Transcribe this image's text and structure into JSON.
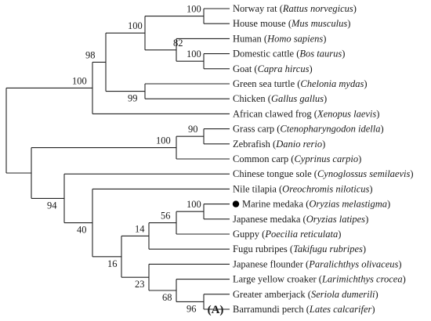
{
  "figure": {
    "panel_label": "(A)",
    "marker_color": "#000000",
    "marker_shape": "filled-circle"
  },
  "tree": {
    "leaves": [
      {
        "common": "Norway rat",
        "latin": "Rattus norvegicus",
        "marked": false
      },
      {
        "common": "House mouse",
        "latin": "Mus musculus",
        "marked": false
      },
      {
        "common": "Human",
        "latin": "Homo sapiens",
        "marked": false
      },
      {
        "common": "Domestic cattle",
        "latin": "Bos taurus",
        "marked": false
      },
      {
        "common": "Goat",
        "latin": "Capra hircus",
        "marked": false
      },
      {
        "common": "Green sea turtle",
        "latin": "Chelonia mydas",
        "marked": false
      },
      {
        "common": "Chicken",
        "latin": "Gallus gallus",
        "marked": false
      },
      {
        "common": "African clawed frog",
        "latin": "Xenopus laevis",
        "marked": false
      },
      {
        "common": "Grass carp",
        "latin": "Ctenopharyngodon idella",
        "marked": false
      },
      {
        "common": "Zebrafish",
        "latin": "Danio rerio",
        "marked": false
      },
      {
        "common": "Common carp",
        "latin": "Cyprinus carpio",
        "marked": false
      },
      {
        "common": "Chinese tongue sole",
        "latin": "Cynoglossus semilaevis",
        "marked": false
      },
      {
        "common": "Nile tilapia",
        "latin": "Oreochromis niloticus",
        "marked": false
      },
      {
        "common": "Marine medaka",
        "latin": "Oryzias melastigma",
        "marked": true
      },
      {
        "common": "Japanese medaka",
        "latin": "Oryzias latipes",
        "marked": false
      },
      {
        "common": "Guppy",
        "latin": "Poecilia reticulata",
        "marked": false
      },
      {
        "common": "Fugu rubripes",
        "latin": "Takifugu rubripes",
        "marked": false
      },
      {
        "common": "Japanese flounder",
        "latin": "Paralichthys olivaceus",
        "marked": false
      },
      {
        "common": "Large yellow croaker",
        "latin": "Larimichthys crocea",
        "marked": false
      },
      {
        "common": "Greater amberjack",
        "latin": "Seriola dumerili",
        "marked": false
      },
      {
        "common": "Barramundi perch",
        "latin": "Lates calcarifer",
        "marked": false
      }
    ],
    "clades": [
      {
        "id": "n_rodent",
        "children": [
          0,
          1
        ],
        "support": "100"
      },
      {
        "id": "n_bovid",
        "children": [
          3,
          4
        ],
        "support": "100"
      },
      {
        "id": "n_human_bovid",
        "children": [
          2,
          "n_bovid"
        ],
        "support": "82"
      },
      {
        "id": "n_mammal",
        "children": [
          "n_rodent",
          "n_human_bovid"
        ],
        "support": "100"
      },
      {
        "id": "n_sauropsid",
        "children": [
          5,
          6
        ],
        "support": "99"
      },
      {
        "id": "n_amniote",
        "children": [
          "n_mammal",
          "n_sauropsid"
        ],
        "support": "98"
      },
      {
        "id": "n_tetrapod",
        "children": [
          "n_amniote",
          7
        ],
        "support": "100"
      },
      {
        "id": "n_carp",
        "children": [
          8,
          9
        ],
        "support": "90"
      },
      {
        "id": "n_cyprinid",
        "children": [
          "n_carp",
          10
        ],
        "support": "100"
      },
      {
        "id": "n_medaka",
        "children": [
          13,
          14
        ],
        "support": "100"
      },
      {
        "id": "n_medaka_guppy",
        "children": [
          "n_medaka",
          15
        ],
        "support": "56"
      },
      {
        "id": "n_mg_fugu",
        "children": [
          "n_medaka_guppy",
          16
        ],
        "support": "14"
      },
      {
        "id": "n_amber_barra",
        "children": [
          19,
          20
        ],
        "support": "96"
      },
      {
        "id": "n_croaker",
        "children": [
          18,
          "n_amber_barra"
        ],
        "support": "68"
      },
      {
        "id": "n_flounder",
        "children": [
          17,
          "n_croaker"
        ],
        "support": "23"
      },
      {
        "id": "n_percomorph",
        "children": [
          "n_mg_fugu",
          "n_flounder"
        ],
        "support": "16"
      },
      {
        "id": "n_tilapia",
        "children": [
          12,
          "n_percomorph"
        ],
        "support": "40"
      },
      {
        "id": "n_sole",
        "children": [
          11,
          "n_tilapia"
        ],
        "support": "94"
      },
      {
        "id": "n_fish",
        "children": [
          "n_cyprinid",
          "n_sole"
        ],
        "support": ""
      },
      {
        "id": "n_root",
        "children": [
          "n_tetrapod",
          "n_fish"
        ],
        "support": ""
      }
    ]
  }
}
